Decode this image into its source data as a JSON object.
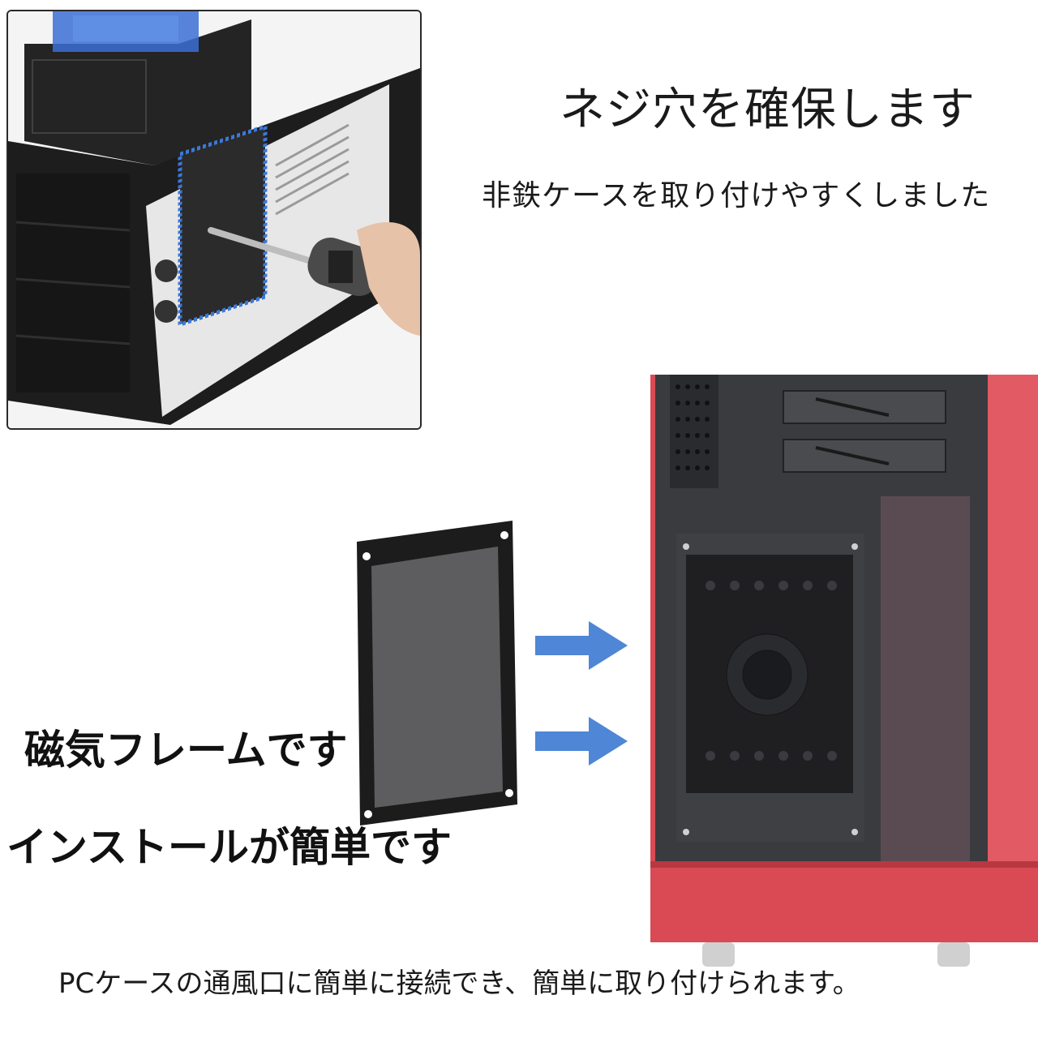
{
  "texts": {
    "headline": "ネジ穴を確保します",
    "subline": "非鉄ケースを取り付けやすくしました",
    "label_magnet": "磁気フレームです",
    "label_install": "インストールが簡単です",
    "caption": "PCケースの通風口に簡単に接続でき、簡単に取り付けられます。"
  },
  "images": {
    "top_photo": "pc-case-screwdriver-photo",
    "right_photo": "red-pc-case-photo",
    "product": "magnetic-filter-frame"
  },
  "colors": {
    "arrow": "#4f86d6",
    "case_red": "#d94a55",
    "frame_black": "#1c1c1c",
    "mesh_gray": "#5d5d5f",
    "highlight_blue": "#3c78d8"
  }
}
